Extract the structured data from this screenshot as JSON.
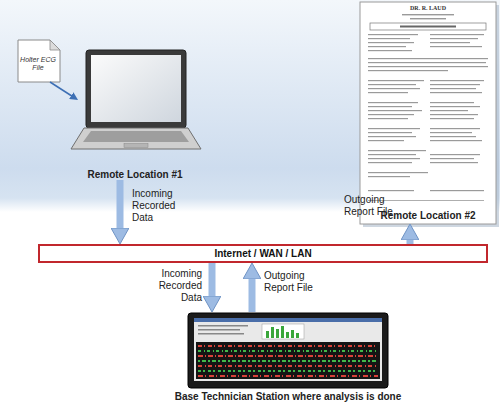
{
  "diagram": {
    "nodes": [
      {
        "text": [
          "Holter ECG File"
        ]
      },
      {
        "text": [
          "Remote Location #1"
        ]
      },
      {
        "text": [
          "DR. R. LAUD",
          "Remote Location #2"
        ]
      },
      {
        "text": [
          "Internet / WAN / LAN"
        ]
      },
      {
        "text": [
          "Base Technician Station where analysis is done"
        ]
      }
    ],
    "edges": [
      {
        "from": 0,
        "to": 1,
        "arrow": "to"
      },
      {
        "from": 1,
        "to": 3,
        "label": "Incoming Recorded Data",
        "arrow": "to"
      },
      {
        "from": 3,
        "to": 2,
        "label": "Outgoing Report File",
        "arrow": "to"
      },
      {
        "from": 3,
        "to": 4,
        "label": "Incoming Recorded Data",
        "arrow": "to"
      },
      {
        "from": 4,
        "to": 3,
        "label": "Outgoing Report File",
        "arrow": "to"
      }
    ]
  }
}
